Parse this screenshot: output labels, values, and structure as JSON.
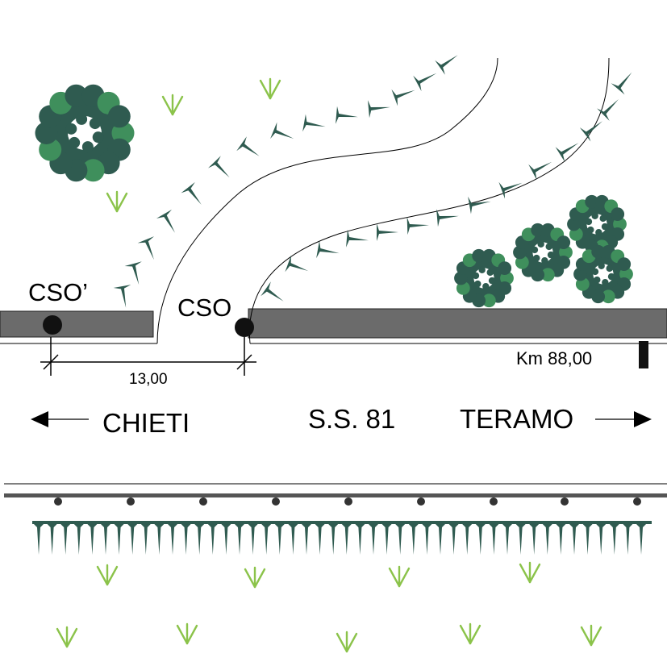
{
  "labels": {
    "cso_prime": "CSO’",
    "cso": "CSO",
    "distance": "13,00",
    "km_marker": "Km 88,00",
    "direction_left": "CHIETI",
    "road_name": "S.S. 81",
    "direction_right": "TERAMO"
  },
  "colors": {
    "road": "#6b6b6b",
    "tree": "#2f5b50",
    "shrub_light": "#3f8f5c",
    "grass": "#8bc34a",
    "line": "#000000",
    "background": "#ffffff"
  },
  "icons": {
    "tree_cone": "conifer-tree-icon",
    "shrub": "shrub-cluster-icon",
    "grass": "grass-tuft-icon",
    "arrow_left": "arrow-left-icon",
    "arrow_right": "arrow-right-icon"
  }
}
